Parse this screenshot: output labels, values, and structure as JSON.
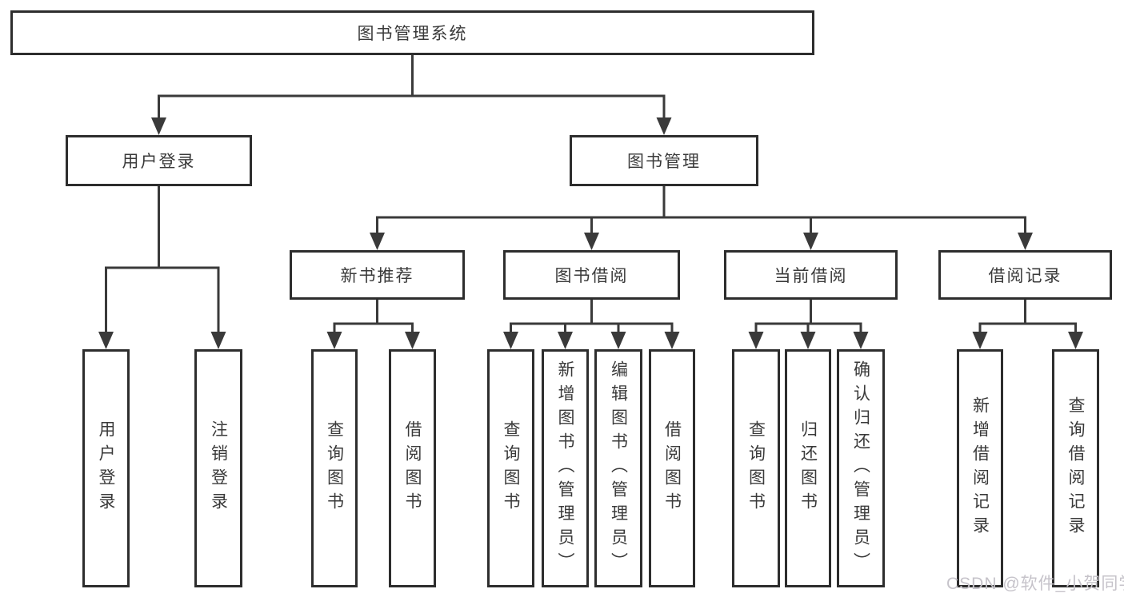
{
  "diagram": {
    "title": "图书管理系统",
    "nodes": [
      {
        "id": "root",
        "label": "图书管理系统",
        "parent": null
      },
      {
        "id": "user-login",
        "label": "用户登录",
        "parent": "root"
      },
      {
        "id": "book-mgmt",
        "label": "图书管理",
        "parent": "root"
      },
      {
        "id": "login",
        "label": "用户登录",
        "parent": "user-login"
      },
      {
        "id": "logout",
        "label": "注销登录",
        "parent": "user-login"
      },
      {
        "id": "new-book-rec",
        "label": "新书推荐",
        "parent": "book-mgmt"
      },
      {
        "id": "book-borrow",
        "label": "图书借阅",
        "parent": "book-mgmt"
      },
      {
        "id": "current-borrow",
        "label": "当前借阅",
        "parent": "book-mgmt"
      },
      {
        "id": "borrow-records",
        "label": "借阅记录",
        "parent": "book-mgmt"
      },
      {
        "id": "rec-query",
        "label": "查询图书",
        "parent": "new-book-rec"
      },
      {
        "id": "rec-borrow",
        "label": "借阅图书",
        "parent": "new-book-rec"
      },
      {
        "id": "bb-query",
        "label": "查询图书",
        "parent": "book-borrow"
      },
      {
        "id": "bb-add",
        "label": "新增图书（管理员）",
        "parent": "book-borrow"
      },
      {
        "id": "bb-edit",
        "label": "编辑图书（管理员）",
        "parent": "book-borrow"
      },
      {
        "id": "bb-borrow",
        "label": "借阅图书",
        "parent": "book-borrow"
      },
      {
        "id": "cb-query",
        "label": "查询图书",
        "parent": "current-borrow"
      },
      {
        "id": "cb-return",
        "label": "归还图书",
        "parent": "current-borrow"
      },
      {
        "id": "cb-confirm",
        "label": "确认归还（管理员）",
        "parent": "current-borrow"
      },
      {
        "id": "br-add",
        "label": "新增借阅记录",
        "parent": "borrow-records"
      },
      {
        "id": "br-query",
        "label": "查询借阅记录",
        "parent": "borrow-records"
      }
    ],
    "colors": {
      "line": "#3a3a3a",
      "border": "#2d2d2d",
      "text": "#3a3a3a",
      "background": "#ffffff",
      "watermark": "#c6c3ca"
    }
  },
  "watermark": {
    "text": "CSDN @软件_小贺同学"
  }
}
